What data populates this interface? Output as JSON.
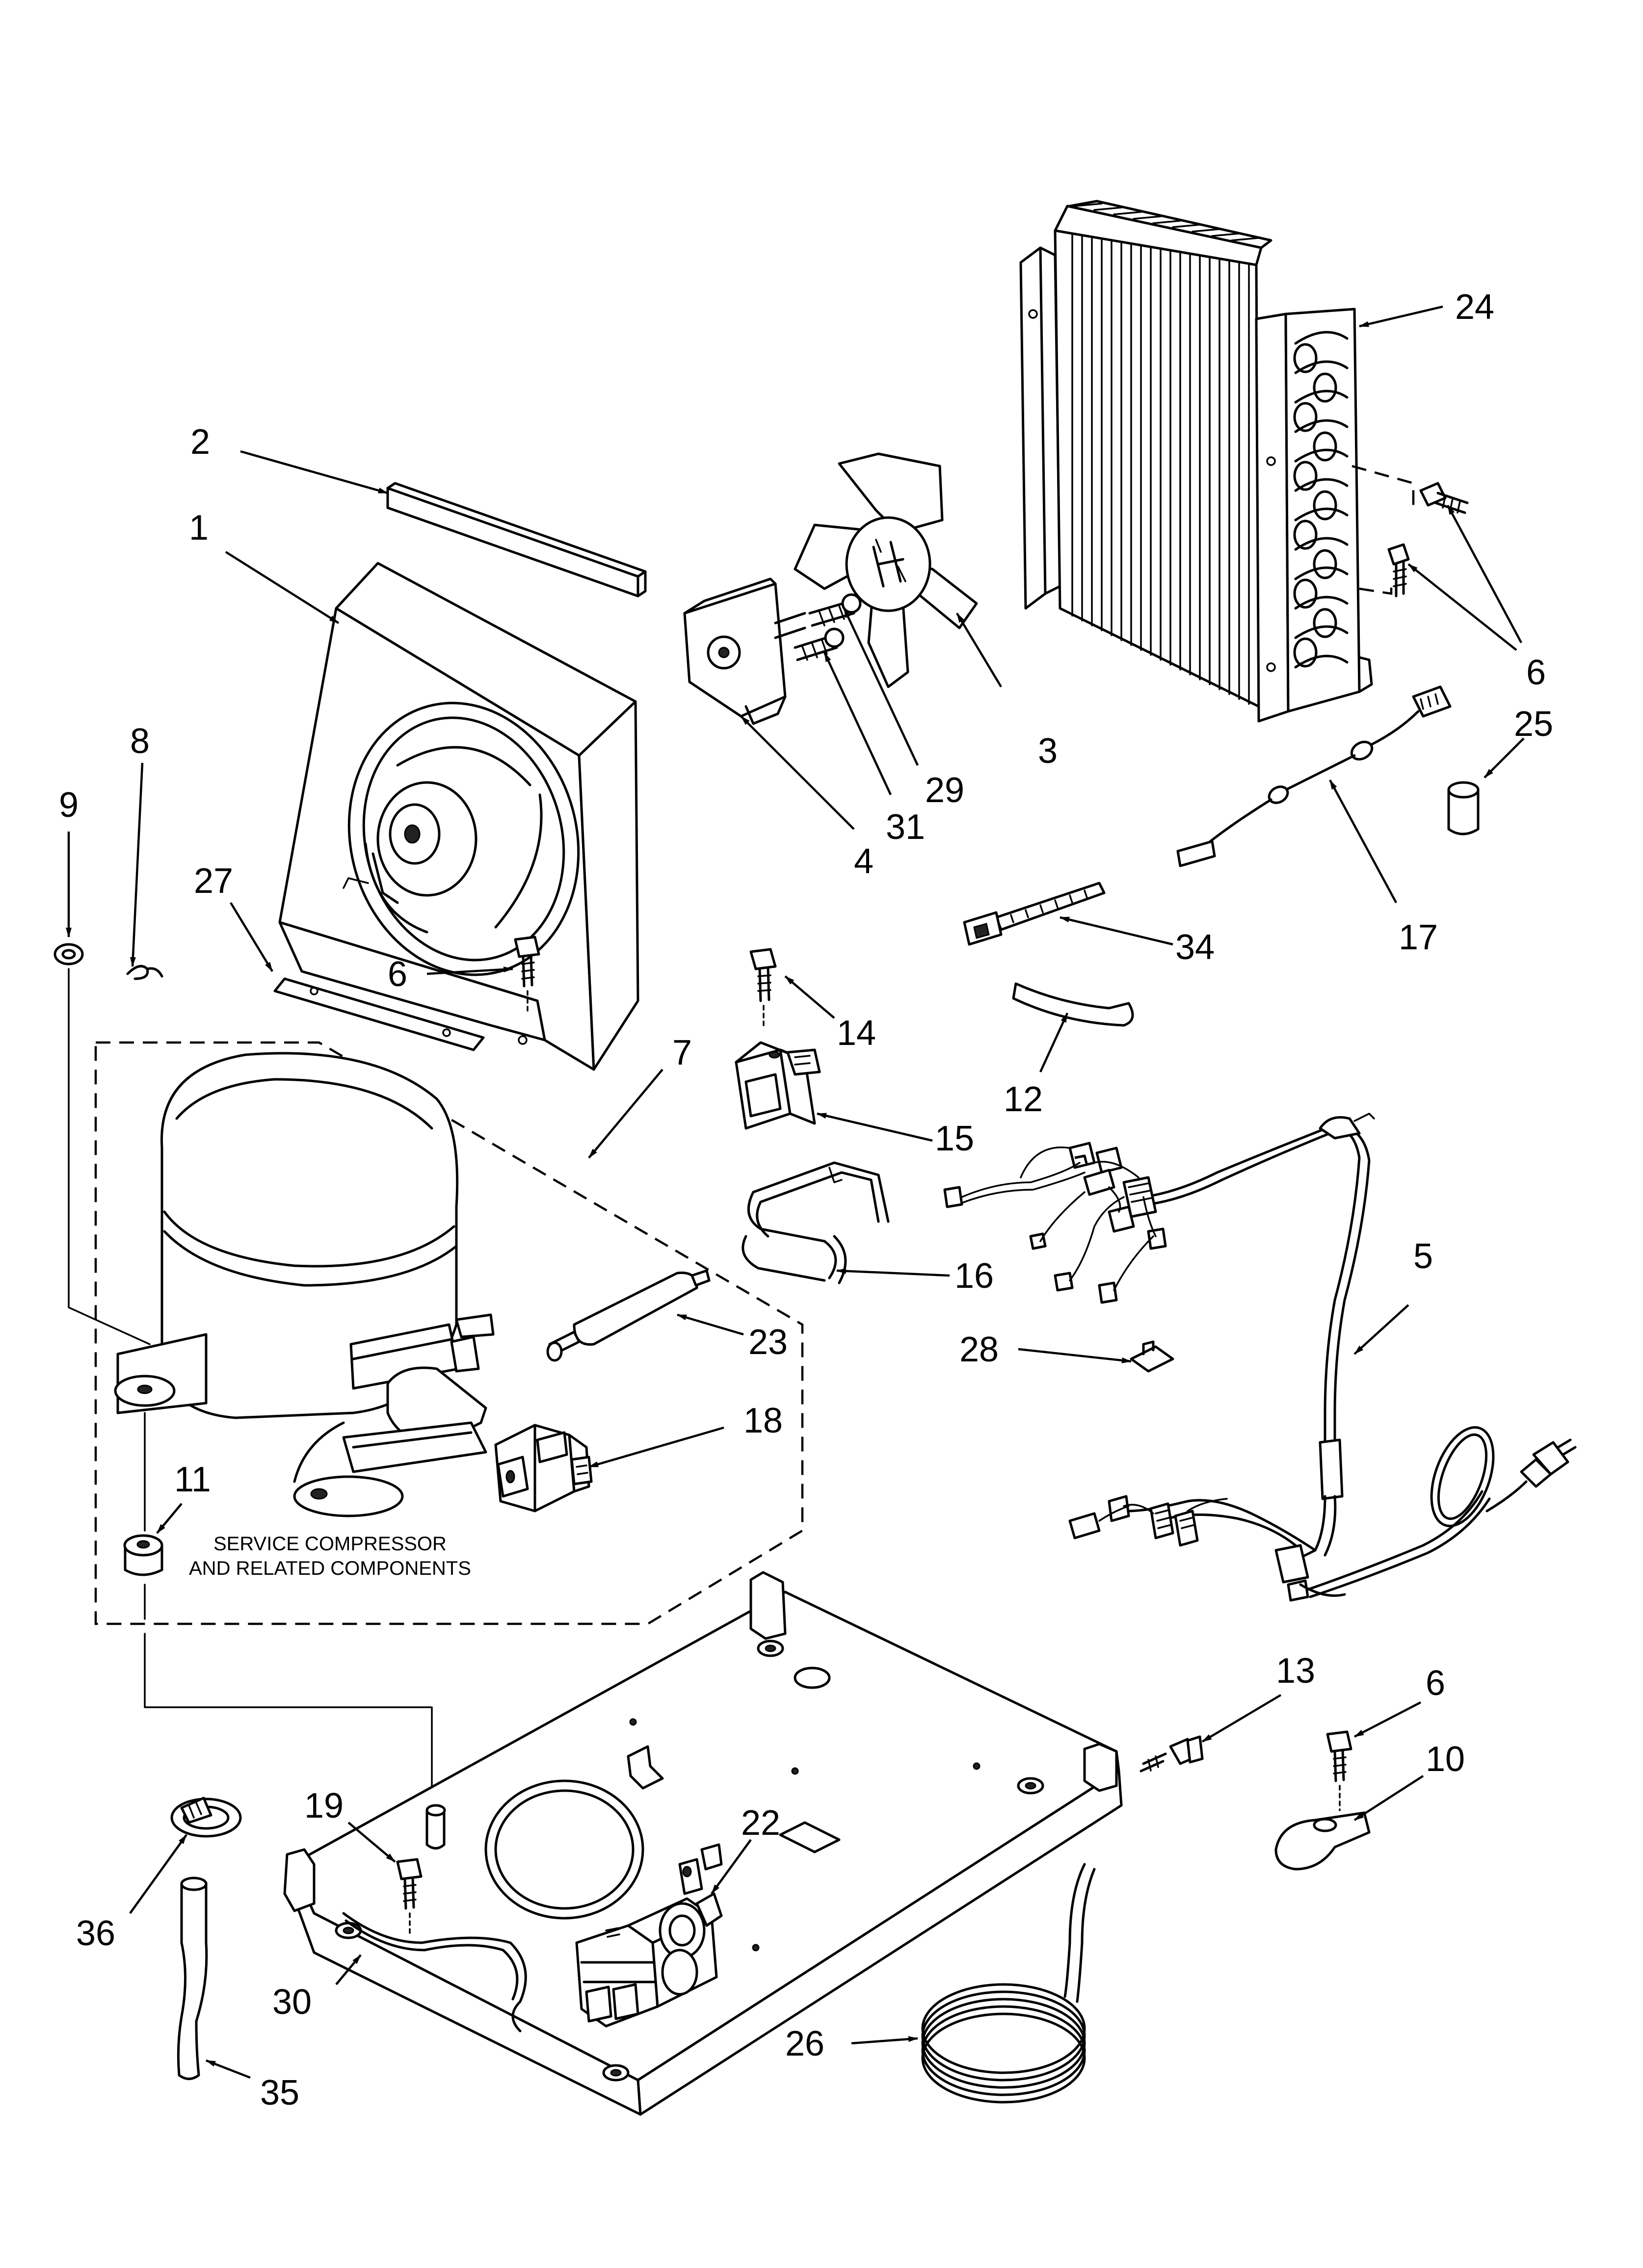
{
  "callouts": {
    "c1": "1",
    "c2": "2",
    "c3": "3",
    "c4": "4",
    "c5": "5",
    "c6a": "6",
    "c6b": "6",
    "c6c": "6",
    "c7": "7",
    "c8": "8",
    "c9": "9",
    "c10": "10",
    "c11": "11",
    "c12": "12",
    "c13": "13",
    "c14": "14",
    "c15": "15",
    "c16": "16",
    "c17": "17",
    "c18": "18",
    "c19": "19",
    "c22": "22",
    "c23": "23",
    "c24": "24",
    "c25": "25",
    "c26": "26",
    "c27": "27",
    "c28": "28",
    "c29": "29",
    "c30": "30",
    "c31": "31",
    "c34": "34",
    "c35": "35",
    "c36": "36"
  },
  "note": {
    "line1": "SERVICE COMPRESSOR",
    "line2": "AND RELATED COMPONENTS"
  }
}
